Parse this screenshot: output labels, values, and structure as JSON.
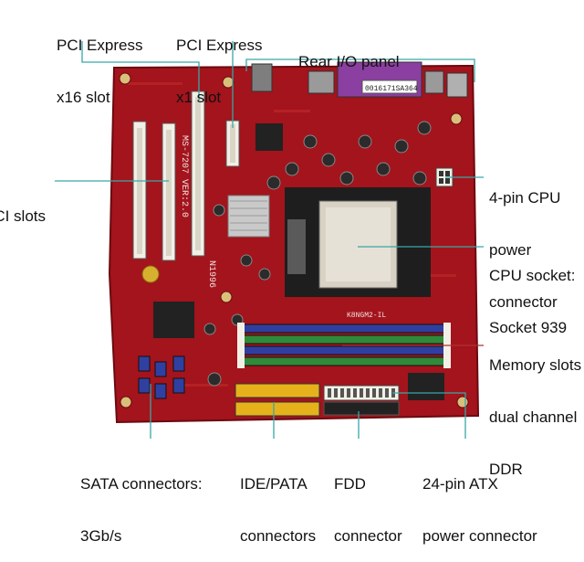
{
  "labels": {
    "pcie_x16": [
      "PCI Express",
      "x16 slot"
    ],
    "pcie_x1": [
      "PCI Express",
      "x1 slot"
    ],
    "rear_io": [
      "Rear I/O panel"
    ],
    "pci_slots": [
      "PCI slots"
    ],
    "cpu_power": [
      "4-pin CPU",
      "power",
      "connector"
    ],
    "cpu_socket": [
      "CPU socket:",
      "Socket 939"
    ],
    "memory_slots": [
      "Memory slots",
      "dual channel",
      "DDR"
    ],
    "sata": [
      "SATA connectors:",
      "3Gb/s"
    ],
    "ide": [
      "IDE/PATA",
      "connectors"
    ],
    "fdd": [
      "FDD",
      "connector"
    ],
    "atx_power": [
      "24-pin ATX",
      "power connector"
    ]
  },
  "board": {
    "model_text": "MS-7207 VER:2.0",
    "model_text2": "N1996",
    "chip_label": "K8NGM2-IL",
    "barcode": "0016171SA364"
  },
  "colors": {
    "pcb": "#a3141c",
    "callout_line": "#3aa6a6",
    "slot_white": "#f2f0e6",
    "dimm_blue": "#2f3fa0",
    "dimm_green": "#2f8a3a",
    "ide_yellow": "#e6b21c",
    "parallel_port": "#8b3fa0",
    "heatsink": "#c9c9c9"
  }
}
